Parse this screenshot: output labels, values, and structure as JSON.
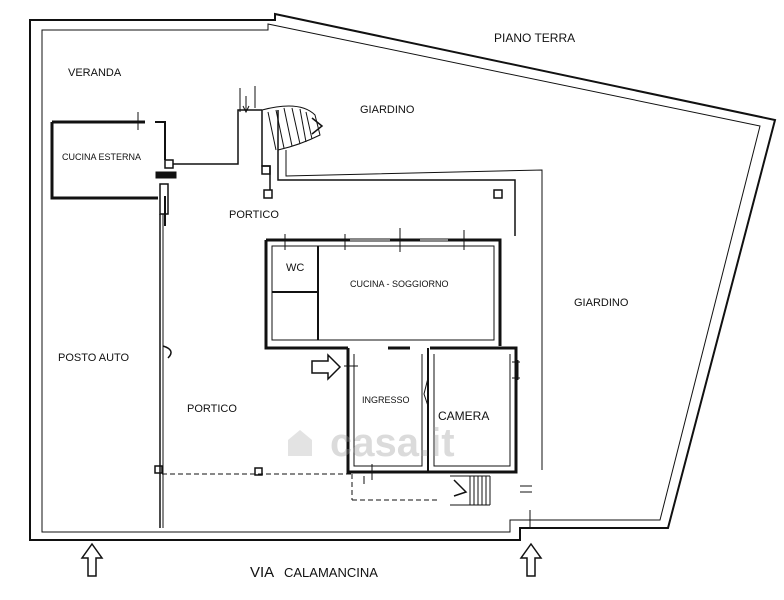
{
  "plan": {
    "floor_title": "PIANO TERRA",
    "street": {
      "prefix": "VIA",
      "name": "CALAMANCINA"
    },
    "rooms": {
      "veranda": "VERANDA",
      "cucina_esterna": "CUCINA ESTERNA",
      "giardino_top": "GIARDINO",
      "portico_top": "PORTICO",
      "wc": "WC",
      "cucina_soggiorno": "CUCINA - SOGGIORNO",
      "giardino_right": "GIARDINO",
      "posto_auto": "POSTO AUTO",
      "portico_main": "PORTICO",
      "ingresso": "INGRESSO",
      "camera": "CAMERA"
    },
    "watermark": "casa.it"
  },
  "colors": {
    "ink": "#111111",
    "paper": "#ffffff"
  }
}
